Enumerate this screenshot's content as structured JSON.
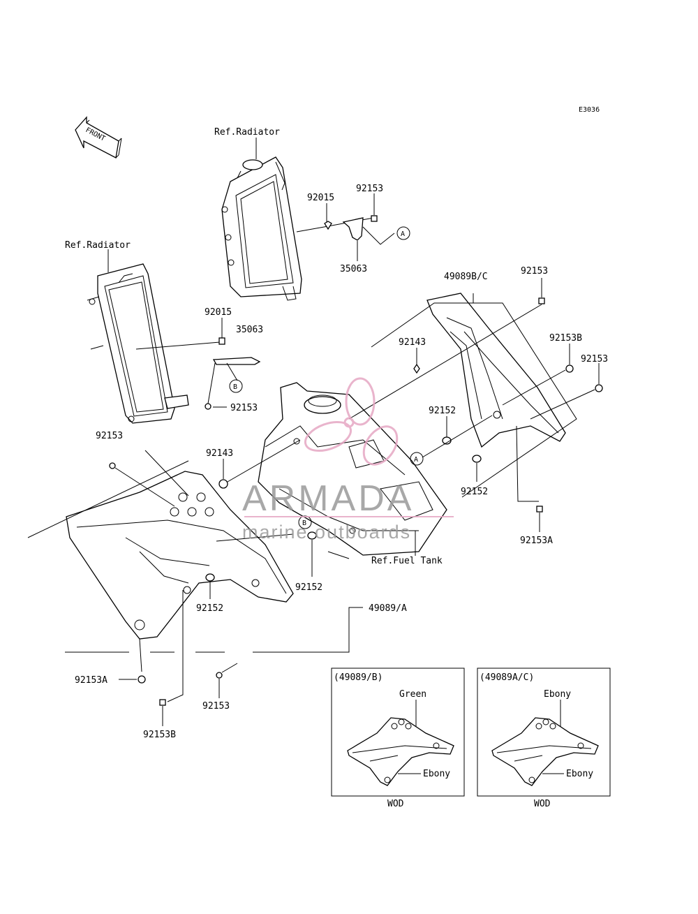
{
  "diagram_code": "E3036",
  "front_label": "FRONT",
  "labels": {
    "ref_radiator_upper": "Ref.Radiator",
    "ref_radiator_left": "Ref.Radiator",
    "ref_fuel_tank": "Ref.Fuel Tank",
    "p_92015_a": "92015",
    "p_92153_a": "92153",
    "p_35063_a": "35063",
    "p_49089bc": "49089B/C",
    "p_92153_b": "92153",
    "p_92015_b": "92015",
    "p_35063_b": "35063",
    "p_92143_a": "92143",
    "p_92153b_a": "92153B",
    "p_92153_c": "92153",
    "p_92152_a": "92152",
    "p_92153_d": "92153",
    "p_92153_e": "92153",
    "p_92143_b": "92143",
    "p_92152_b": "92152",
    "p_92153a_a": "92153A",
    "p_92152_c": "92152",
    "p_92152_d": "92152",
    "p_49089a": "49089/A",
    "p_92153a_b": "92153A",
    "p_92153_f": "92153",
    "p_92153b_b": "92153B"
  },
  "callouts": {
    "a1": "A",
    "a2": "A",
    "b1": "B",
    "b2": "B"
  },
  "variants": [
    {
      "code": "(49089/B)",
      "color_top": "Green",
      "color_bottom": "Ebony",
      "caption": "WOD"
    },
    {
      "code": "(49089A/C)",
      "color_top": "Ebony",
      "color_bottom": "Ebony",
      "caption": "WOD"
    }
  ],
  "watermark": {
    "brand": "ARMADA",
    "tagline": "marine outboards",
    "accent_color": "#e6a8c4",
    "text_color": "#9a9a9a"
  }
}
